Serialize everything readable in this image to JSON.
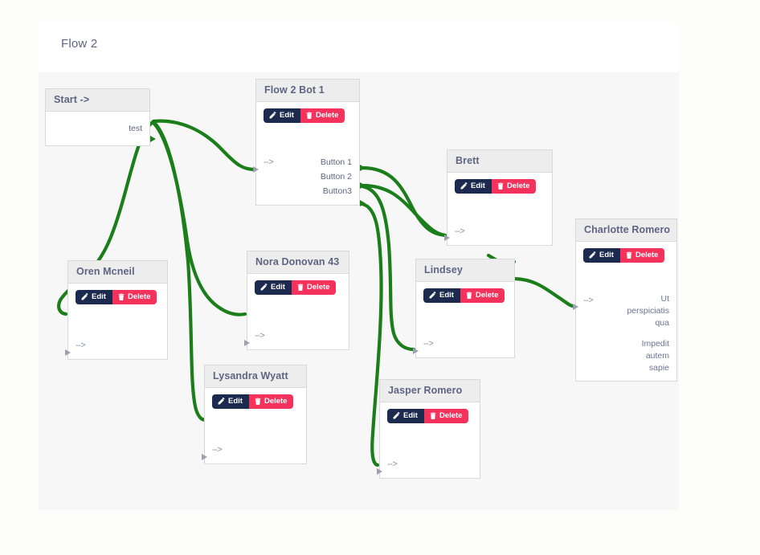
{
  "header": {
    "title": "Flow 2"
  },
  "colors": {
    "edge": "#1b7e1b",
    "edit_button": "#1b2a4e",
    "delete_button": "#f5325b",
    "node_header_bg": "#ededed",
    "node_header_text": "#5d6583",
    "canvas_bg": "#f7f7f7"
  },
  "actions": {
    "edit_label": "Edit",
    "delete_label": "Delete"
  },
  "labels": {
    "input_arrow": "-->"
  },
  "nodes": [
    {
      "id": "start",
      "title": "Start ->",
      "has_actions": false,
      "outputs": [
        "test"
      ],
      "inputs": []
    },
    {
      "id": "flow2bot1",
      "title": "Flow 2 Bot 1",
      "has_actions": true,
      "inputs": [
        "-->"
      ],
      "outputs": [
        "Button 1",
        "Button 2",
        "Button3"
      ]
    },
    {
      "id": "brett",
      "title": "Brett",
      "has_actions": true,
      "inputs": [
        "-->"
      ],
      "outputs": []
    },
    {
      "id": "charlotte",
      "title": "Charlotte Romero",
      "has_actions": true,
      "inputs": [
        "-->"
      ],
      "outputs": [],
      "text_blocks": [
        [
          "Ut",
          "perspiciatis",
          "qua"
        ],
        [
          "Impedit",
          "autem",
          "sapie"
        ]
      ]
    },
    {
      "id": "oren",
      "title": "Oren Mcneil",
      "has_actions": true,
      "inputs": [
        "-->"
      ],
      "outputs": []
    },
    {
      "id": "nora",
      "title": "Nora Donovan 43",
      "has_actions": true,
      "inputs": [
        "-->"
      ],
      "outputs": []
    },
    {
      "id": "lindsey",
      "title": "Lindsey",
      "has_actions": true,
      "inputs": [
        "-->"
      ],
      "outputs": []
    },
    {
      "id": "lysandra",
      "title": "Lysandra Wyatt",
      "has_actions": true,
      "inputs": [
        "-->"
      ],
      "outputs": []
    },
    {
      "id": "jasper",
      "title": "Jasper Romero",
      "has_actions": true,
      "inputs": [
        "-->"
      ],
      "outputs": []
    }
  ],
  "edges": [
    {
      "from": "start.test",
      "to": "oren.in"
    },
    {
      "from": "start.test",
      "to": "nora.in"
    },
    {
      "from": "start.test",
      "to": "lysandra.in"
    },
    {
      "from": "start.test",
      "to": "flow2bot1.in"
    },
    {
      "from": "flow2bot1.Button 1",
      "to": "brett.in"
    },
    {
      "from": "flow2bot1.Button 2",
      "to": "brett.in"
    },
    {
      "from": "flow2bot1.Button3",
      "to": "jasper.in"
    },
    {
      "from": "flow2bot1.Button 2",
      "to": "lindsey.in"
    },
    {
      "from": "brett.out",
      "to": "lindsey.in"
    },
    {
      "from": "lindsey.out",
      "to": "charlotte.in"
    }
  ]
}
